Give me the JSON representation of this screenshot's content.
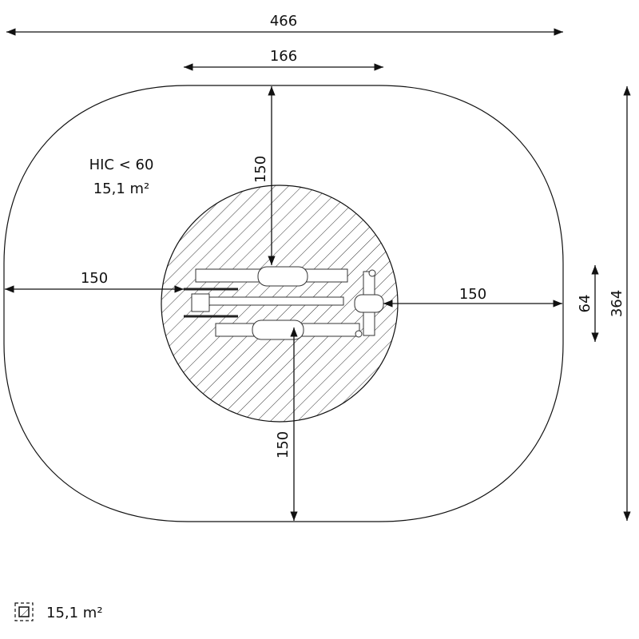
{
  "dimensions": {
    "total_width": "466",
    "equipment_width": "166",
    "top_clearance": "150",
    "left_clearance": "150",
    "right_clearance": "150",
    "bottom_clearance": "150",
    "equipment_depth": "64",
    "total_depth": "364"
  },
  "safety_zone": {
    "hic_label": "HIC < 60",
    "area_label": "15,1 m²"
  },
  "legend": {
    "icon": "hatched-square-icon",
    "area": "15,1 m²"
  },
  "colors": {
    "line": "#111111",
    "hatch": "#333333"
  }
}
